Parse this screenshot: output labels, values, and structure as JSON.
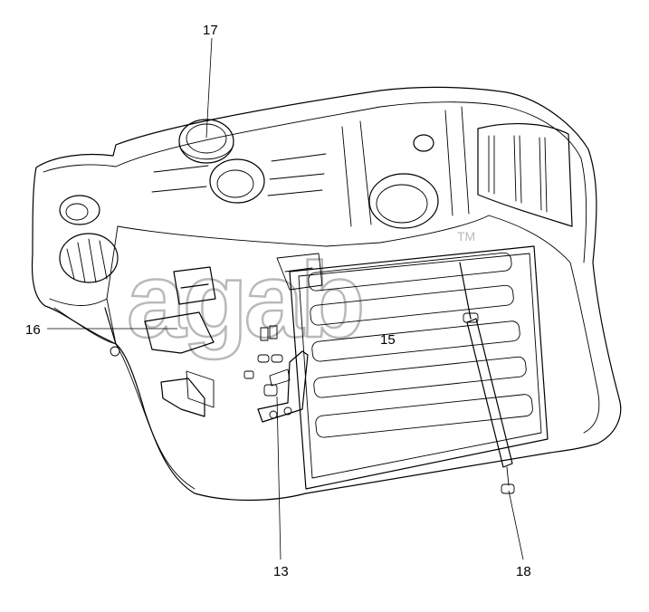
{
  "callouts": {
    "c17": "17",
    "c16": "16",
    "c15": "15",
    "c13": "13",
    "c18": "18"
  },
  "watermark": {
    "text": "agab",
    "tm": "TM"
  }
}
